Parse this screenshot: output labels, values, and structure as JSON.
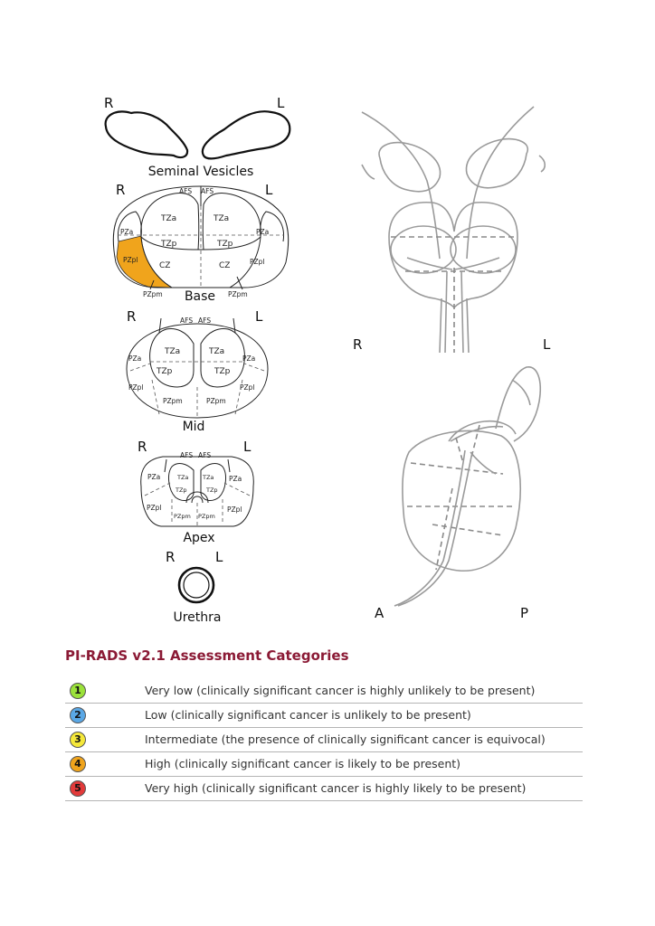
{
  "labels": {
    "r": "R",
    "l": "L",
    "a": "A",
    "p": "P"
  },
  "captions": {
    "seminal_vesicles": "Seminal Vesicles",
    "base": "Base",
    "mid": "Mid",
    "apex": "Apex",
    "urethra": "Urethra"
  },
  "zones": {
    "afs": "AFS",
    "tza": "TZa",
    "tzp": "TZp",
    "pza": "PZa",
    "pzpl": "PZpl",
    "pzpm": "PZpm",
    "cz": "CZ"
  },
  "highlight_color": "#f0a41c",
  "legend": {
    "title": "PI-RADS v2.1 Assessment Categories",
    "items": [
      {
        "score": "1",
        "color": "#9be23a",
        "text": "Very low (clinically significant cancer is highly unlikely to be present)"
      },
      {
        "score": "2",
        "color": "#5aa8e6",
        "text": "Low (clinically significant cancer is unlikely to be present)"
      },
      {
        "score": "3",
        "color": "#f5e83a",
        "text": "Intermediate (the presence of clinically significant cancer is equivocal)"
      },
      {
        "score": "4",
        "color": "#f0a41c",
        "text": "High (clinically significant cancer is likely to be present)"
      },
      {
        "score": "5",
        "color": "#e23a3a",
        "text": "Very high (clinically significant cancer is highly likely to be present)"
      }
    ]
  }
}
